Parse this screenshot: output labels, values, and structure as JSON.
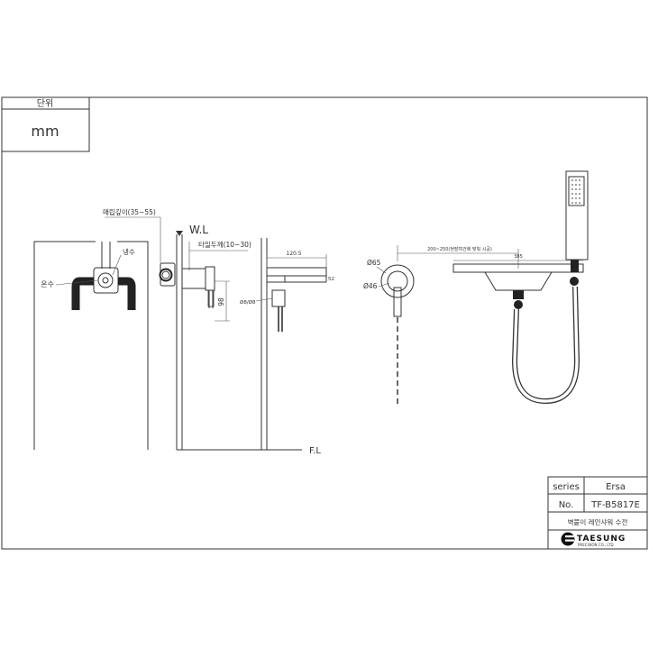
{
  "unit_box": {
    "header": "단위",
    "value": "mm"
  },
  "labels": {
    "burial_depth": "매립깊이(35~55)",
    "water_level": "W.L",
    "tile_thickness": "타일두께(10~30)",
    "cold_water": "냉수",
    "hot_water": "온수",
    "dim_98": "98",
    "dim_small": "Ø8/Ø8",
    "dim_120_5": "120.5",
    "dim_52": "52",
    "dim_d65": "Ø65",
    "dim_d46": "Ø46",
    "dim_offset": "200~250(현장여건에 맞춰 시공)",
    "dim_385": "385",
    "floor_level": "F.L"
  },
  "title_block": {
    "series_label": "series",
    "series_value": "Ersa",
    "no_label": "No.",
    "no_value": "TF-B5817E",
    "product_name": "벽붙이 레인샤워 수전",
    "brand": "TAESUNG",
    "brand_sub": "PRECISION CO., LTD"
  }
}
